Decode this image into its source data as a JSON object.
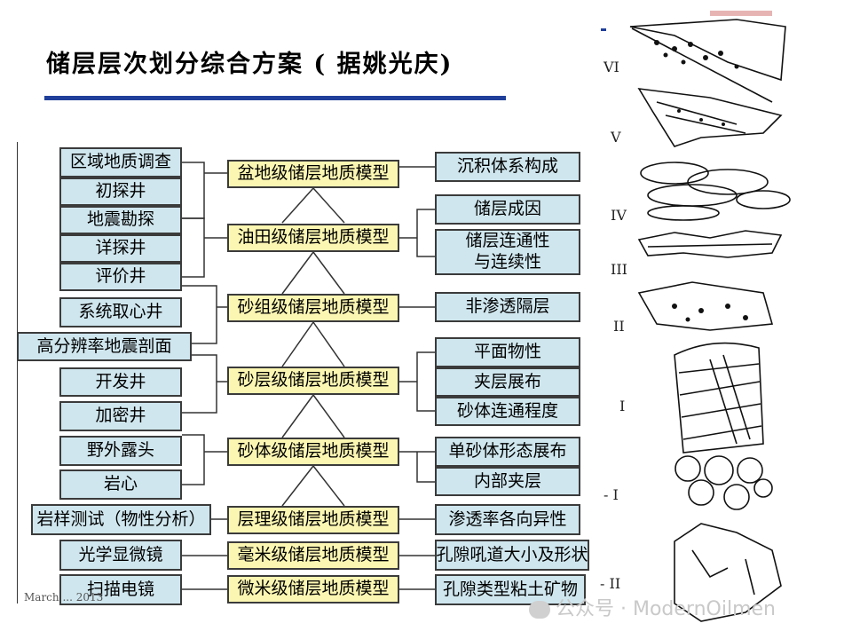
{
  "title": "储层层次划分综合方案 ( 据姚光庆)",
  "left_boxes": [
    "区域地质调查",
    "初探井",
    "地震勘探",
    "详探井",
    "评价井",
    "系统取心井",
    "高分辨率地震剖面",
    "开发井",
    "加密井",
    "野外露头",
    "岩心",
    "岩样测试（物性分析）",
    "光学显微镜",
    "扫描电镜"
  ],
  "center_boxes": [
    "盆地级储层地质模型",
    "油田级储层地质模型",
    "砂组级储层地质模型",
    "砂层级储层地质模型",
    "砂体级储层地质模型",
    "层理级储层地质模型",
    "毫米级储层地质模型",
    "微米级储层地质模型"
  ],
  "right_boxes": [
    "沉积体系构成",
    "储层成因",
    "储层连通性\n与连续性",
    "非渗透隔层",
    "平面物性",
    "夹层展布",
    "砂体连通程度",
    "单砂体形态展布",
    "内部夹层",
    "渗透率各向异性",
    "孔隙吼道大小及形状",
    "孔隙类型粘土矿物"
  ],
  "level_labels": [
    "VI",
    "V",
    "IV",
    "III",
    "II",
    "I",
    "- I",
    "- II"
  ],
  "footer": "March ... 2013",
  "watermark": "公众号 · ModernOilmen",
  "colors": {
    "left_box": "#cfe6ee",
    "center_box": "#fbf6b2",
    "right_box": "#cfe6ee",
    "title_rule": "#1f3f9a"
  }
}
